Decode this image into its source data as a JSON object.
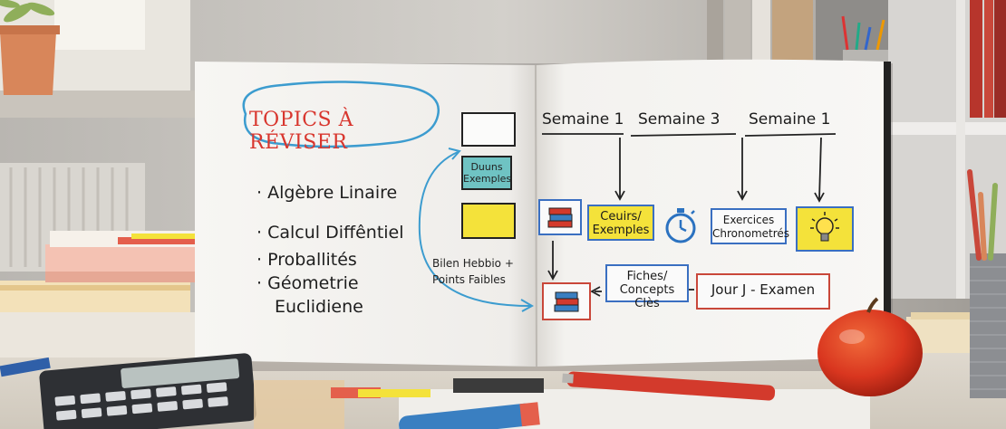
{
  "notebook": {
    "left_page": {
      "title": "TOPICS À RÉVISER",
      "topics": [
        "Algèbre Linaire",
        "Calcul Diffêntiel",
        "Proballités",
        "Géometrie",
        "Euclidiene"
      ],
      "sticky_notes": {
        "teal_label_line1": "Duuns",
        "teal_label_line2": "Exemples"
      },
      "side_note_line1": "Bilen Hebbio +",
      "side_note_line2": "Points Faibles"
    },
    "right_page": {
      "weeks": [
        "Semaine 1",
        "Semaine 3",
        "Semaine 1"
      ],
      "boxes": {
        "cours_line1": "Ceuirs/",
        "cours_line2": "Exemples",
        "exercices_line1": "Exercices",
        "exercices_line2": "Chronometrés",
        "fiches_line1": "Fiches/",
        "fiches_line2": "Concepts Clès",
        "exam": "Jour J - Examen"
      }
    }
  },
  "colors": {
    "title_red": "#d8362e",
    "cloud_blue": "#3c9ccf",
    "yellow": "#f4e23a",
    "teal": "#6fc3c3",
    "apple": "#d9361f"
  }
}
